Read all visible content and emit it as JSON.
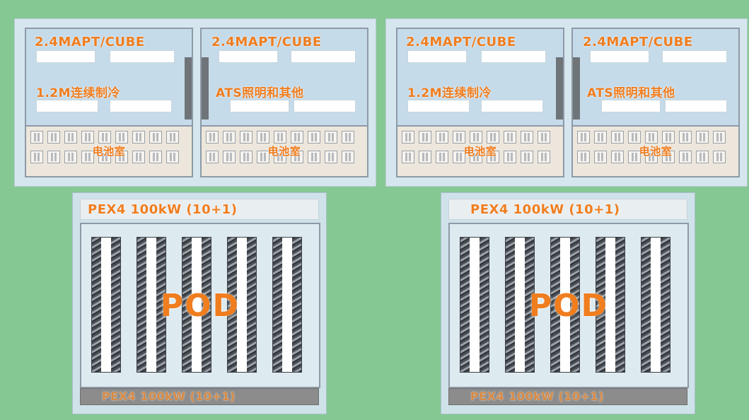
{
  "halves": [
    {
      "room_a": {
        "top_label": "2.4MAPT/CUBE",
        "mid_label": "1.2M连续制冷",
        "battery_label": "电池室"
      },
      "room_b": {
        "top_label": "2.4MAPT/CUBE",
        "mid_label": "ATS照明和其他",
        "battery_label": "电池室"
      },
      "pod": {
        "pdu_top_label": "PEX4 100kW (10+1)",
        "pod_label": "POD",
        "pdu_bottom_label": "PEX4 100kW (10+1)"
      }
    },
    {
      "room_a": {
        "top_label": "2.4MAPT/CUBE",
        "mid_label": "1.2M连续制冷",
        "battery_label": "电池室"
      },
      "room_b": {
        "top_label": "2.4MAPT/CUBE",
        "mid_label": "ATS照明和其他",
        "battery_label": "电池室"
      },
      "pod": {
        "pdu_top_label": "PEX4 100kW (10+1)",
        "pod_label": "POD",
        "pdu_bottom_label": "PEX4 100kW (10+1)"
      }
    }
  ],
  "colors": {
    "background": "#86c893",
    "label_orange": "#f07d1e",
    "room_fill": "#c5dbea",
    "battery_fill": "#ece6dc"
  }
}
